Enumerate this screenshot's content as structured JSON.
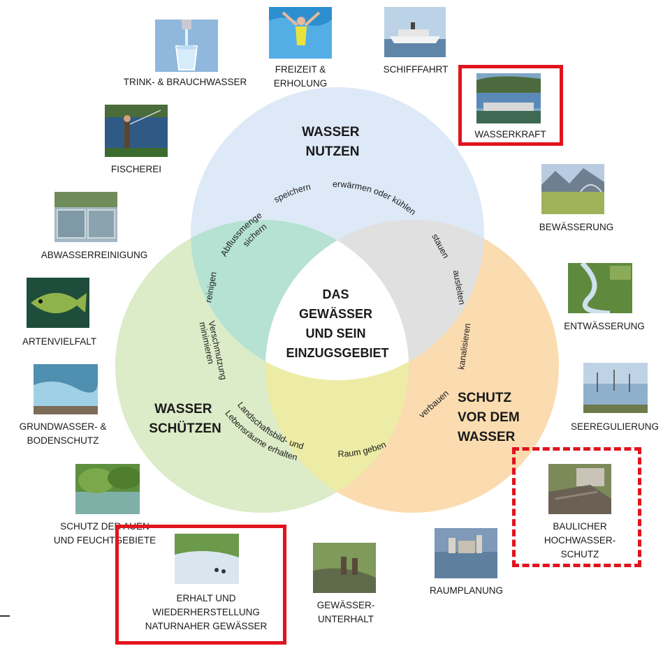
{
  "venn": {
    "nutzen_title": [
      "WASSER",
      "NUTZEN"
    ],
    "schuetzen_title": [
      "WASSER",
      "SCHÜTZEN"
    ],
    "schutz_title": [
      "SCHUTZ",
      "VOR DEM",
      "WASSER"
    ],
    "center_title": [
      "DAS",
      "GEWÄSSER",
      "UND SEIN",
      "EINZUGSGEBIET"
    ],
    "colors": {
      "nutzen": "#dde9f7",
      "schuetzen": "#dcebc8",
      "schutz": "#fbdcb0",
      "nutzen_schuetzen": "#b5e2d2",
      "nutzen_schutz": "#e0e0e0",
      "schuetzen_schutz": "#ececa6",
      "frame": "#e0141e"
    },
    "actions": {
      "speichern": "speichern",
      "abfluss1": "Abflussmenge",
      "abfluss2": "sichern",
      "erwaermen": "erwärmen oder kühlen",
      "stauen": "stauen",
      "ausleiten": "ausleiten",
      "kanalisieren": "kanalisieren",
      "verbauen": "verbauen",
      "raum": "Raum geben",
      "landschaft1": "Landschaftsbild- und",
      "landschaft2": "Lebensräume erhalten",
      "verschmutzung1": "Verschmutzung",
      "verschmutzung2": "minimieren",
      "reinigen": "reinigen"
    }
  },
  "items": {
    "trinkwasser": "TRINK- & BRAUCHWASSER",
    "freizeit": "FREIZEIT &\nERHOLUNG",
    "schifffahrt": "SCHIFFFAHRT",
    "wasserkraft": "WASSERKRAFT",
    "fischerei": "FISCHEREI",
    "bewaesserung": "BEWÄSSERUNG",
    "abwasser": "ABWASSERREINIGUNG",
    "entwaesserung": "ENTWÄSSERUNG",
    "artenvielfalt": "ARTENVIELFALT",
    "seeregulierung": "SEEREGULIERUNG",
    "grundwasser": "GRUNDWASSER- &\nBODENSCHUTZ",
    "hochwasser": "BAULICHER\nHOCHWASSER-\nSCHUTZ",
    "auen": "SCHUTZ DER AUEN\nUND FEUCHTGEBIETE",
    "raumplanung": "RAUMPLANUNG",
    "erhalt": "ERHALT UND\nWIEDERHERSTELLUNG\nNATURNAHER GEWÄSSER",
    "unterhalt": "GEWÄSSER-\nUNTERHALT"
  }
}
